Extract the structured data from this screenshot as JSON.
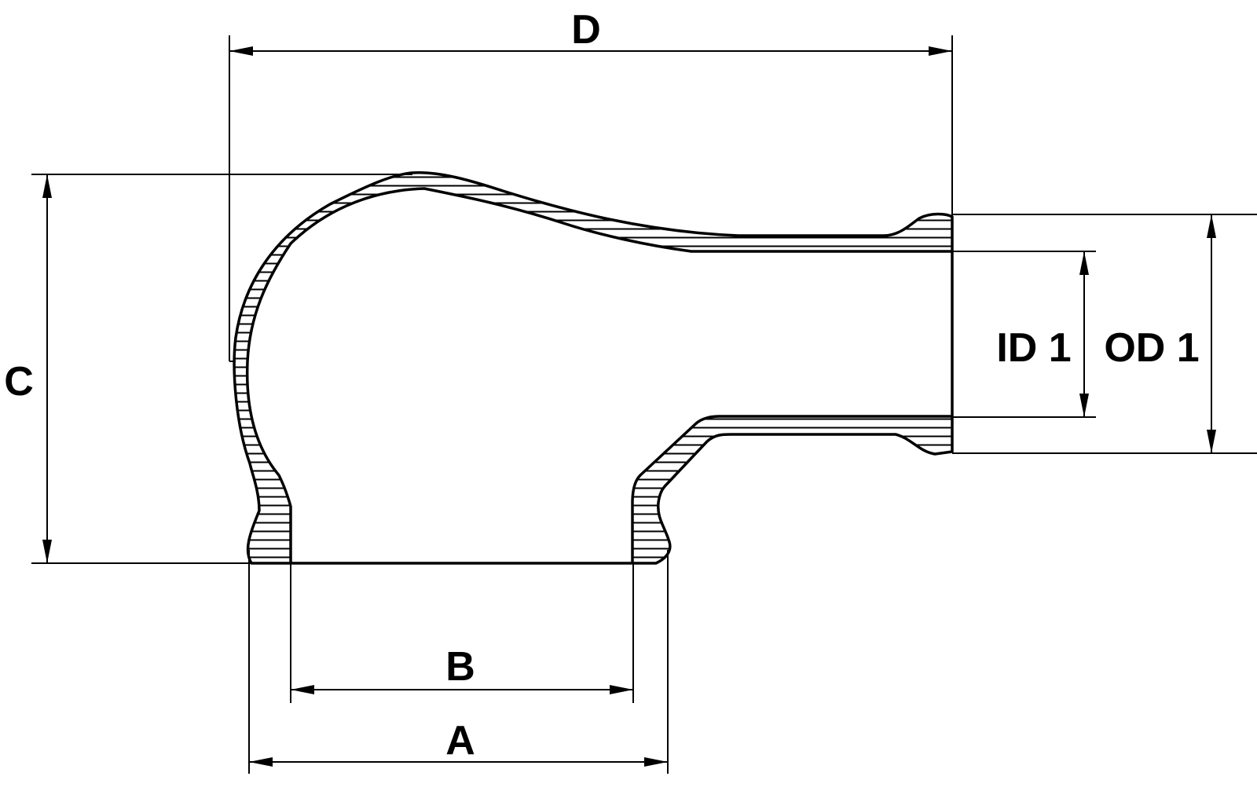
{
  "diagram": {
    "title": "Elbow fitting dimension drawing",
    "labels": {
      "a": "A",
      "b": "B",
      "c": "C",
      "d": "D",
      "id1": "ID 1",
      "od1": "OD 1"
    },
    "colors": {
      "line": "#000000",
      "background": "#ffffff"
    }
  }
}
